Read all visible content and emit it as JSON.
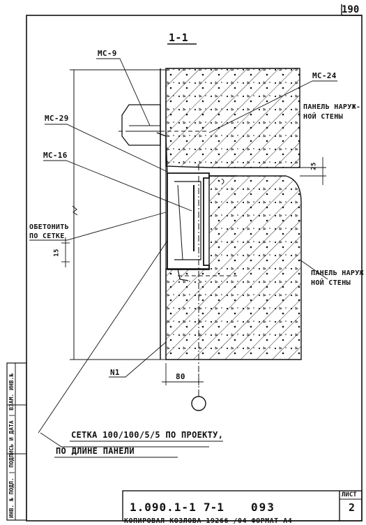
{
  "page_number": "190",
  "section_label": "1-1",
  "labels": {
    "mg9": "МС-9",
    "mg24": "МС-24",
    "mg29": "МС-29",
    "mg16": "МС-16",
    "outer_panel_top_1": "ПАНЕЛЬ НАРУЖ-",
    "outer_panel_top_2": "НОЙ СТЕНЫ",
    "outer_panel_bot_1": "ПАНЕЛЬ НАРУЖ",
    "outer_panel_bot_2": "НОЙ СТЕНЫ",
    "plaster_1": "ОБЕТОНИТЬ",
    "plaster_2": "ПО СЕТКЕ",
    "node_no": "N1",
    "dim_80": "80",
    "dim_25": "25",
    "dim_15": "15",
    "mesh_1": "СЕТКА 100/100/5/5 ПО ПРОЕКТУ,",
    "mesh_2": "ПО ДЛИНЕ ПАНЕЛИ"
  },
  "side_stamp": "ИНВ. № ПОДЛ. | ПОДПИСЬ И ДАТА | ВЗАМ. ИНВ.№",
  "title_block": {
    "code": "1.090.1-1",
    "issue": "7-1",
    "page": "093",
    "sheet_label": "ЛИСТ",
    "sheet_number": "2"
  },
  "footer": "КОПИРОВАЛ  КОЗЛОВА    19266    /04   ФОРМАТ А4"
}
